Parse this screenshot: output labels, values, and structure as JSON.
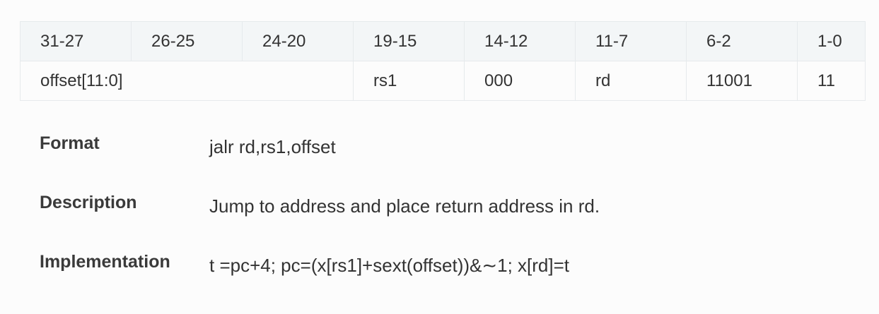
{
  "encoding": {
    "bit_ranges": [
      "31-27",
      "26-25",
      "24-20",
      "19-15",
      "14-12",
      "11-7",
      "6-2",
      "1-0"
    ],
    "fields": [
      {
        "value": "offset[11:0]",
        "span": 3
      },
      {
        "value": "rs1",
        "span": 1
      },
      {
        "value": "000",
        "span": 1
      },
      {
        "value": "rd",
        "span": 1
      },
      {
        "value": "11001",
        "span": 1
      },
      {
        "value": "11",
        "span": 1
      }
    ]
  },
  "details": {
    "format": {
      "label": "Format",
      "value": "jalr rd,rs1,offset"
    },
    "description": {
      "label": "Description",
      "value": "Jump to address and place return address in rd."
    },
    "implementation": {
      "label": "Implementation",
      "value": "t =pc+4; pc=(x[rs1]+sext(offset))&∼1; x[rd]=t"
    }
  }
}
